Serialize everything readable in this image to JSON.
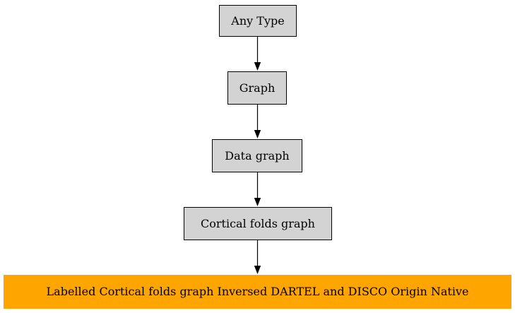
{
  "diagram": {
    "type": "flowchart",
    "direction": "top-down",
    "nodes": [
      {
        "id": "any-type",
        "label": "Any Type",
        "fill": "#d3d3d3"
      },
      {
        "id": "graph",
        "label": "Graph",
        "fill": "#d3d3d3"
      },
      {
        "id": "data-graph",
        "label": "Data graph",
        "fill": "#d3d3d3"
      },
      {
        "id": "cortical-folds-graph",
        "label": "Cortical folds graph",
        "fill": "#d3d3d3"
      },
      {
        "id": "labelled-cortical-folds-graph",
        "label": "Labelled Cortical folds graph Inversed DARTEL and DISCO Origin Native",
        "fill": "#ffa500"
      }
    ],
    "edges": [
      {
        "from": "any-type",
        "to": "graph"
      },
      {
        "from": "graph",
        "to": "data-graph"
      },
      {
        "from": "data-graph",
        "to": "cortical-folds-graph"
      },
      {
        "from": "cortical-folds-graph",
        "to": "labelled-cortical-folds-graph"
      }
    ],
    "colors": {
      "node_fill": "#d3d3d3",
      "node_border": "#000000",
      "highlight_fill": "#ffa500",
      "edge": "#000000",
      "background": "#ffffff",
      "text": "#000000"
    }
  }
}
